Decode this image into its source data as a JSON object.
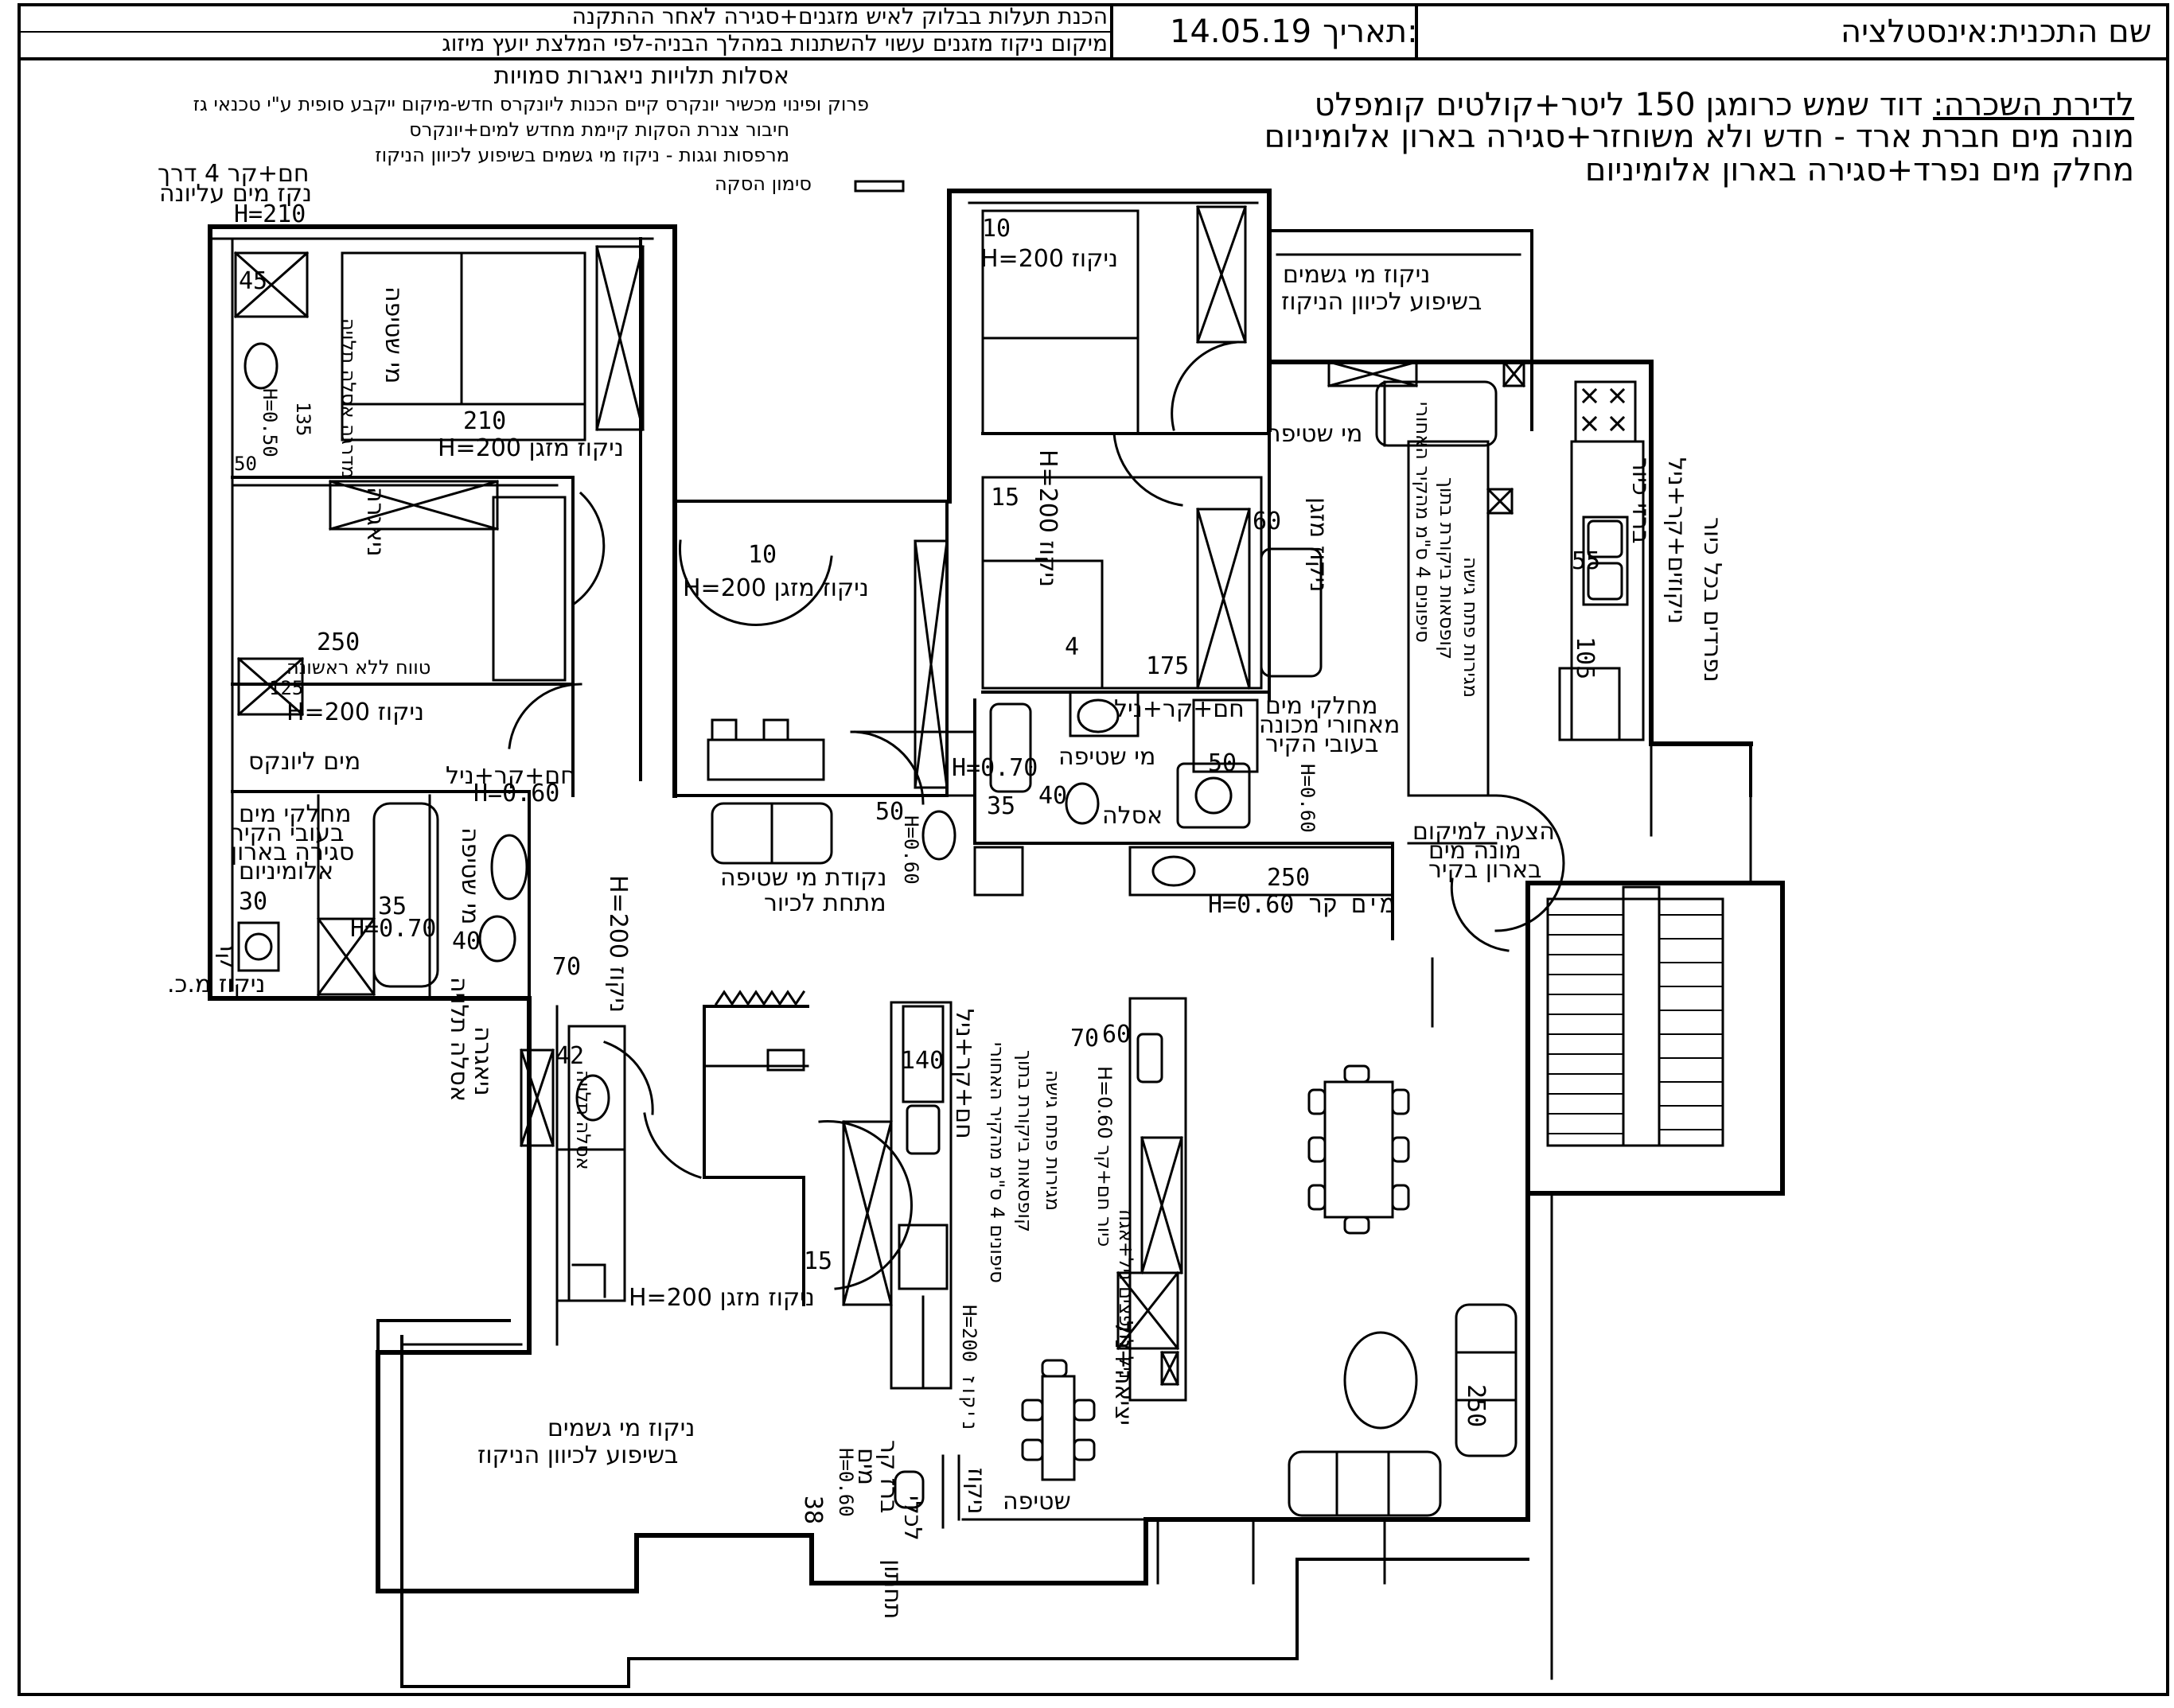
{
  "title_block": {
    "plan_name": "שם התכנית:אינסטלציה",
    "date_label": "תאריך:",
    "date_value": "14.05.19",
    "note_line_1": "הכנת תעלות בבלוק לאיש מזגנים+סגירה לאחר ההתקנה",
    "note_line_2": "מיקום ניקוז מזגנים עשוי להשתנות במהלך הבניה-לפי המלצת יועץ מיזוג"
  },
  "notes_left": [
    "אסלות תלויות ניאגרות סמויות",
    "פרוק ופינוי מכשיר יונקרס קיים הכנות ליונקרס חדש-מיקום ייקבע סופית ע\"י טכנאי גז",
    "חיבור צנרת הסקות קיימת מחדש למים+יונקרס",
    "מרפסות וגגות - ניקוז מי גשמים בשיפוע לכיוון הניקוז"
  ],
  "legend_heating": "סימון הסקה",
  "notes_right_title": "לדירת השכרה:",
  "notes_right": [
    "דוד שמש כרומגן 150 ליטר+קולטים קומפלט",
    "מונה מים חברת ארד - חדש ולא משוחזר+סגירה בארון אלומיניום",
    "מחלק מים נפרד+סגירה בארון אלומיניום"
  ],
  "labels": {
    "bath_top_1": "חם+קר 4 דרך",
    "bath_top_2": "נקז מים עליונה",
    "bath_top_h": "H=210",
    "n45": "45",
    "shower_water": "מי שטיפה",
    "toilet_niagara": "מדרגה אסלה תלויה",
    "h050": "H=0.50",
    "n135": "135",
    "n50a": "50",
    "n210": "210",
    "ac_drain_h200_a": "ניקוז מזגן H=200",
    "niagara_1": "ניאגרה",
    "n250a": "250",
    "line_no_water": "טווח ללא ראשונה",
    "n125": "125",
    "ac_drain_h200_b": "ניקוז H=200",
    "water_to_junkers": "מים ליונקס",
    "hot_cold_nil": "חם+קר+ניל",
    "h060a": "H=0.60",
    "dist_1": "מחלקי מים",
    "dist_2": "בעובי הקיר",
    "dist_3": "סגירה בארון",
    "dist_4": "אלומיניום",
    "shower_water_b": "מי שטיפה",
    "n35a": "35",
    "n30": "30",
    "h070a": "H=0.70",
    "cold_label": "קר",
    "drain_mc": "ניקוז מ.כ.",
    "n40a": "40",
    "ac_drain_h200_v": "ניקוז H=200",
    "n70a": "70",
    "toilet_niagara_b": "אסלה תלויה",
    "niagara_2": "ניאגרה",
    "n42": "42",
    "toilet_niagara_c": "אסלה תלויה",
    "ac_drain_bed1": "ניקוז מזגן H=200",
    "n10a": "10",
    "rain_1a": "ניקוז מי גשמים",
    "rain_1b": "בשיפוע לכיוון הניקוז",
    "shower_water_c": "מי שטיפה",
    "n15a": "15",
    "ac_drain_v2": "ניקוז H=200",
    "n60a": "60",
    "ac_drain_v3": "ניקוז מזגן",
    "n10b": "10",
    "ac_drain_mid": "ניקוז H=200",
    "n175": "175",
    "hot_cold_c": "חם+קר+ניל",
    "shower_water_d": "מי שטיפה",
    "dist_b1": "מחלקי מים",
    "dist_b2": "מאחורי מכונה",
    "dist_b3": "בעובי הקיר",
    "n50b": "50",
    "h060b": "H=0.60",
    "n60b": "60",
    "n40b": "40",
    "n35b": "35",
    "h070b": "H=0.70",
    "toilet_d": "אסלה",
    "n50c": "50",
    "h060c": "H=0.60",
    "shower_point_1": "נקודת מי שטיפה",
    "shower_point_2": "מתחת לכיור",
    "n250b": "250",
    "cold_h060": "H=0.60 מים קר",
    "meter_1": "הצעה למיקום",
    "meter_2": "מונה מים",
    "meter_3": "בארון בקיר",
    "kitchen_right_1": "סיפונים 4 ס\"מ מהקיר האחורי",
    "kitchen_right_2": "קופסאות ביקורת בתוך",
    "kitchen_right_3": "מגירות פתח גישה",
    "sink_1": "ברזי כיור",
    "sink_2": "ניקוזים+קר+ניל",
    "sink_3": "נפרדים בכל כיור",
    "n55": "55",
    "n105": "105",
    "kitchen_main_1": "סיפונים 4 ס\"מ מהקיר האחורי",
    "kitchen_main_2": "קופסאות ביקורת בתוך",
    "kitchen_main_3": "מגירות פתח גישה",
    "n140": "140",
    "hot_cold_k": "חם+קר+ניל",
    "n70b": "70",
    "n60c": "60",
    "cold_k": "כיור חם+קר H=0.60",
    "nil_k": "ניל לחפצים ניל+אגוז",
    "n15b": "15",
    "ac_drain_bottom": "ניקוז מזגן H=200",
    "ac_drain_200": "H=200 ניקוז",
    "n250c": "250",
    "rain_2a": "ניקוז מי גשמים",
    "rain_2b": "בשיפוע לכיוון הניקוז",
    "n38": "38",
    "h060d": "H=0.60",
    "water_sink_1": "מים",
    "water_sink_2": "ברז קר",
    "water_sink_3": "תחתון",
    "water_sink_4": "לכלי",
    "shower_bottom": "שטיפה",
    "ac_drain_s": "ניקוז",
    "exit_water": "יציאה+ניל",
    "n4": "4"
  }
}
